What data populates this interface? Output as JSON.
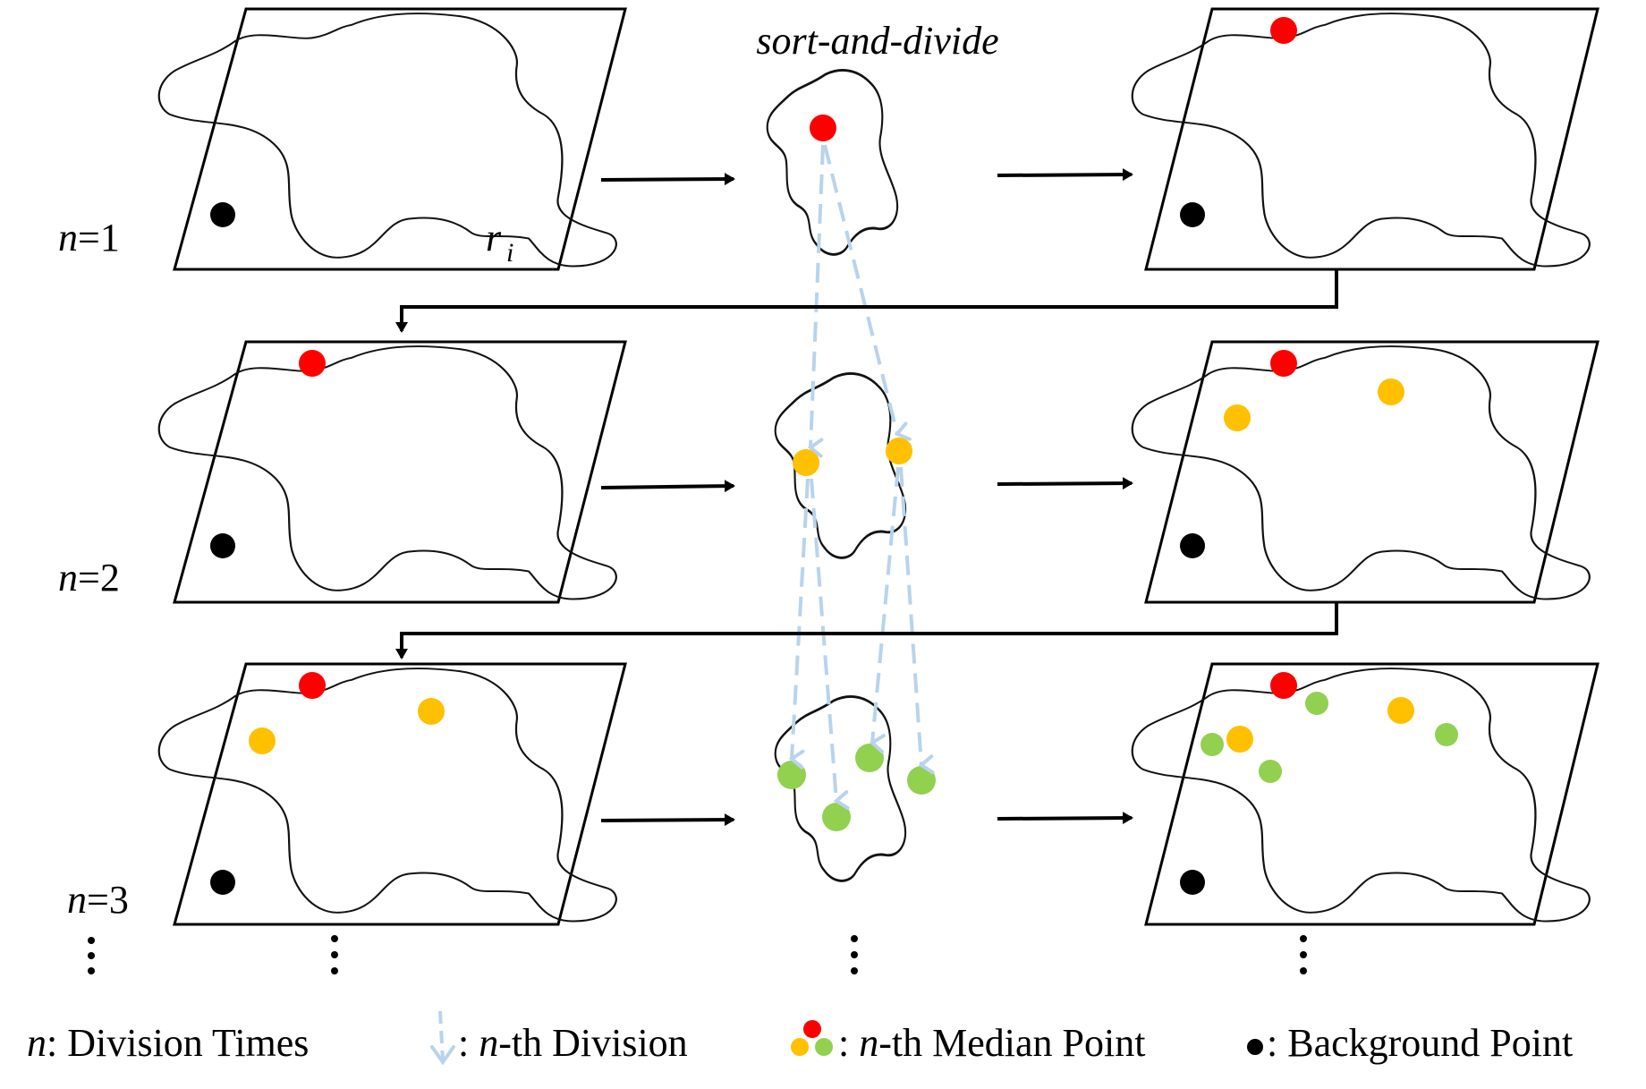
{
  "title": "sort-and-divide",
  "region_label": "r",
  "region_subscript": "i",
  "rows": [
    {
      "n": "n",
      "eq": "=1"
    },
    {
      "n": "n",
      "eq": "=2"
    },
    {
      "n": "n",
      "eq": "=3"
    }
  ],
  "legend": {
    "division_times": {
      "symbol": "n",
      "text": ": Division Times"
    },
    "nth_division": {
      "prefix": ": ",
      "n": "n",
      "text": "-th Division"
    },
    "median_point": {
      "prefix": ": ",
      "n": "n",
      "text": "-th Median Point"
    },
    "background_point": {
      "text": ": Background Point"
    }
  },
  "colors": {
    "median_n1": "#ff0000",
    "median_n2": "#ffc000",
    "median_n3": "#92d050",
    "background": "#000000",
    "division_arrow": "#b9d3ec"
  }
}
